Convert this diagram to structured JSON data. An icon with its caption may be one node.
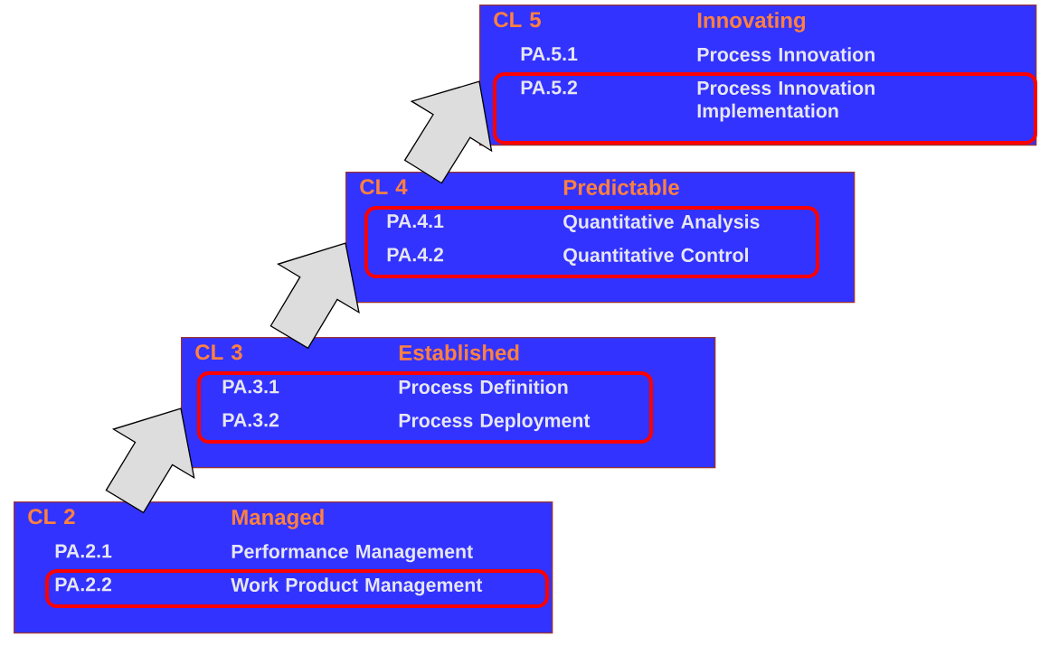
{
  "diagram": {
    "nodes": [
      {
        "text": [
          "CL 5",
          "Innovating",
          "PA.5.1",
          "Process Innovation"
        ]
      },
      {
        "text": [
          "PA.5.2",
          "Process Innovation Implementation"
        ],
        "in": 0
      },
      {
        "text": [
          "CL 4",
          "Predictable"
        ]
      },
      {
        "text": [
          "PA.4.1",
          "Quantitative Analysis",
          "PA.4.2",
          "Quantitative Control"
        ],
        "in": 2
      },
      {
        "text": [
          "CL 3",
          "Established"
        ]
      },
      {
        "text": [
          "PA.3.1",
          "Process Definition",
          "PA.3.2",
          "Process Deployment"
        ],
        "in": 4
      },
      {
        "text": [
          "CL 2",
          "Managed",
          "PA.2.1",
          "Performance Management"
        ]
      },
      {
        "text": [
          "PA.2.2",
          "Work Product Management"
        ],
        "in": 6
      }
    ],
    "edges": [
      {
        "from": 6,
        "to": 4,
        "arrow": "to"
      },
      {
        "from": 4,
        "to": 2,
        "arrow": "to"
      },
      {
        "from": 2,
        "to": 0,
        "arrow": "to"
      }
    ]
  }
}
